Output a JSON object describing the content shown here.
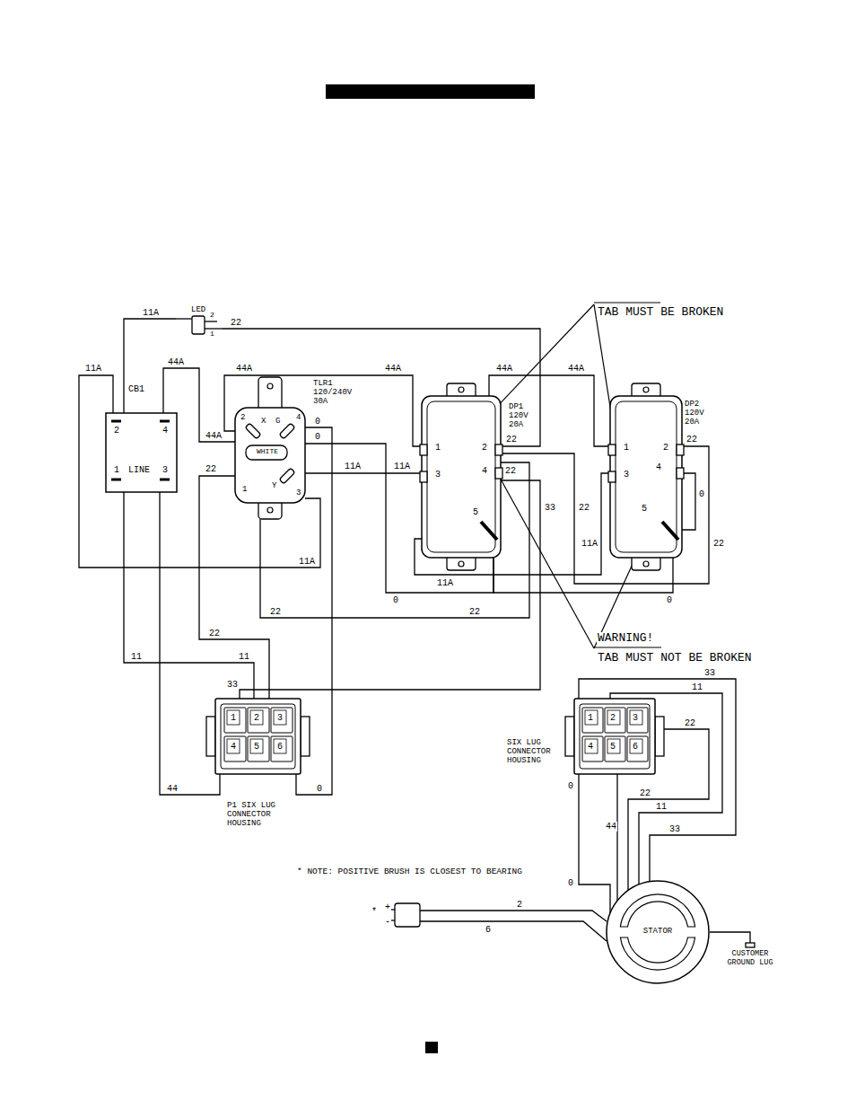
{
  "diagram": {
    "nodes": [
      {
        "text": [
          "LED",
          "2",
          "1"
        ]
      },
      {
        "text": [
          "CB1",
          "2",
          "4",
          "1",
          "LINE",
          "3"
        ]
      },
      {
        "text": [
          "TLR1 120/240V 30A",
          "2",
          "X",
          "G",
          "4",
          "WHITE",
          "1",
          "Y",
          "3"
        ]
      },
      {
        "text": [
          "DP1 120V 20A",
          "1",
          "2",
          "3",
          "4",
          "5"
        ]
      },
      {
        "text": [
          "DP2 120V 20A",
          "1",
          "2",
          "3",
          "4",
          "5"
        ]
      },
      {
        "text": [
          "1",
          "2",
          "3",
          "4",
          "5",
          "6",
          "P1 SIX LUG CONNECTOR HOUSING"
        ]
      },
      {
        "text": [
          "SIX LUG CONNECTOR HOUSING",
          "1",
          "2",
          "3",
          "4",
          "5",
          "6"
        ]
      },
      {
        "text": [
          "STATOR"
        ]
      }
    ],
    "edges": [
      {
        "from": 1,
        "to": 0,
        "arrow": "none",
        "label": "11A"
      },
      {
        "from": 0,
        "to": 3,
        "arrow": "none",
        "label": "22"
      },
      {
        "from": 1,
        "to": 2,
        "arrow": "none",
        "label": "44A"
      },
      {
        "from": 2,
        "to": 3,
        "arrow": "none",
        "label": "44A"
      },
      {
        "from": 3,
        "to": 4,
        "arrow": "none",
        "label": "44A"
      },
      {
        "from": 2,
        "to": 3,
        "arrow": "none",
        "label": "11A"
      },
      {
        "from": 3,
        "to": 4,
        "arrow": "none",
        "label": "11A"
      },
      {
        "from": 1,
        "to": 2,
        "arrow": "none",
        "label": "11A"
      },
      {
        "from": 5,
        "to": 2,
        "arrow": "none",
        "label": "0"
      },
      {
        "from": 2,
        "to": 3,
        "arrow": "none",
        "label": "0"
      },
      {
        "from": 3,
        "to": 4,
        "arrow": "none",
        "label": "0"
      },
      {
        "from": 5,
        "to": 2,
        "arrow": "none",
        "label": "22"
      },
      {
        "from": 2,
        "to": 3,
        "arrow": "none",
        "label": "22"
      },
      {
        "from": 3,
        "to": 4,
        "arrow": "none",
        "label": "22"
      },
      {
        "from": 3,
        "to": 5,
        "arrow": "none",
        "label": "33"
      },
      {
        "from": 1,
        "to": 5,
        "arrow": "none",
        "label": "11"
      },
      {
        "from": 1,
        "to": 5,
        "arrow": "none",
        "label": "44"
      },
      {
        "from": 6,
        "to": 7,
        "arrow": "none",
        "label": "33"
      },
      {
        "from": 6,
        "to": 7,
        "arrow": "none",
        "label": "11"
      },
      {
        "from": 6,
        "to": 7,
        "arrow": "none",
        "label": "22"
      },
      {
        "from": 6,
        "to": 7,
        "arrow": "none",
        "label": "44"
      },
      {
        "from": 6,
        "to": 7,
        "arrow": "none",
        "label": "0"
      }
    ],
    "labels": [
      "44A",
      "44A",
      "44A",
      "11A",
      "11A",
      "11A",
      "0",
      "0",
      "22",
      "22",
      "22",
      "22",
      "22",
      "22",
      "0",
      "33",
      "11",
      "33",
      "11",
      "22",
      "0",
      "2",
      "6",
      "*",
      "+",
      "-",
      "* NOTE: POSITIVE BRUSH IS CLOSEST TO BEARING",
      "CUSTOMER GROUND LUG",
      "TAB MUST BE BROKEN",
      "WARNING!",
      "TAB MUST NOT BE BROKEN"
    ]
  }
}
